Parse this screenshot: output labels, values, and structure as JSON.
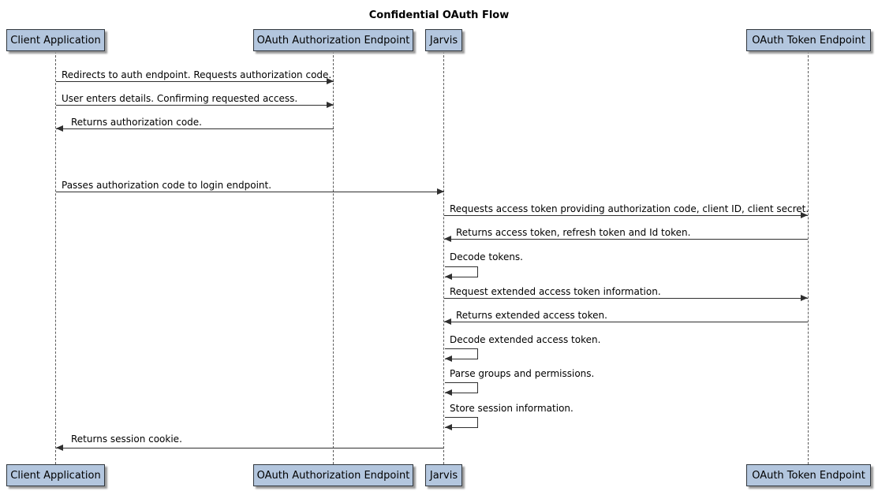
{
  "title": "Confidential OAuth Flow",
  "participants": [
    {
      "name": "Client Application"
    },
    {
      "name": "OAuth Authorization Endpoint"
    },
    {
      "name": "Jarvis"
    },
    {
      "name": "OAuth Token Endpoint"
    }
  ],
  "messages": [
    {
      "from": "Client Application",
      "to": "OAuth Authorization Endpoint",
      "direction": "right",
      "label": "Redirects to auth endpoint. Requests authorization code."
    },
    {
      "from": "Client Application",
      "to": "OAuth Authorization Endpoint",
      "direction": "right",
      "label": "User enters details. Confirming requested access."
    },
    {
      "from": "OAuth Authorization Endpoint",
      "to": "Client Application",
      "direction": "left",
      "label": "Returns authorization code."
    },
    {
      "from": "Client Application",
      "to": "Jarvis",
      "direction": "right",
      "label": "Passes authorization code to login endpoint."
    },
    {
      "from": "Jarvis",
      "to": "OAuth Token Endpoint",
      "direction": "right",
      "label": "Requests access token providing authorization code, client ID, client secret."
    },
    {
      "from": "OAuth Token Endpoint",
      "to": "Jarvis",
      "direction": "left",
      "label": "Returns access token, refresh token and Id token."
    },
    {
      "from": "Jarvis",
      "to": "Jarvis",
      "direction": "self",
      "label": "Decode tokens."
    },
    {
      "from": "Jarvis",
      "to": "OAuth Token Endpoint",
      "direction": "right",
      "label": "Request extended access token information."
    },
    {
      "from": "OAuth Token Endpoint",
      "to": "Jarvis",
      "direction": "left",
      "label": "Returns extended access token."
    },
    {
      "from": "Jarvis",
      "to": "Jarvis",
      "direction": "self",
      "label": "Decode extended access token."
    },
    {
      "from": "Jarvis",
      "to": "Jarvis",
      "direction": "self",
      "label": "Parse groups and permissions."
    },
    {
      "from": "Jarvis",
      "to": "Jarvis",
      "direction": "self",
      "label": "Store session information."
    },
    {
      "from": "Jarvis",
      "to": "Client Application",
      "direction": "left",
      "label": "Returns session cookie."
    }
  ],
  "colors": {
    "participant_fill": "#B3C6DE",
    "participant_border": "#30363D",
    "line_color": "#2f2f2f",
    "lifeline_color": "#5c5c5c",
    "text_color": "#000000"
  }
}
